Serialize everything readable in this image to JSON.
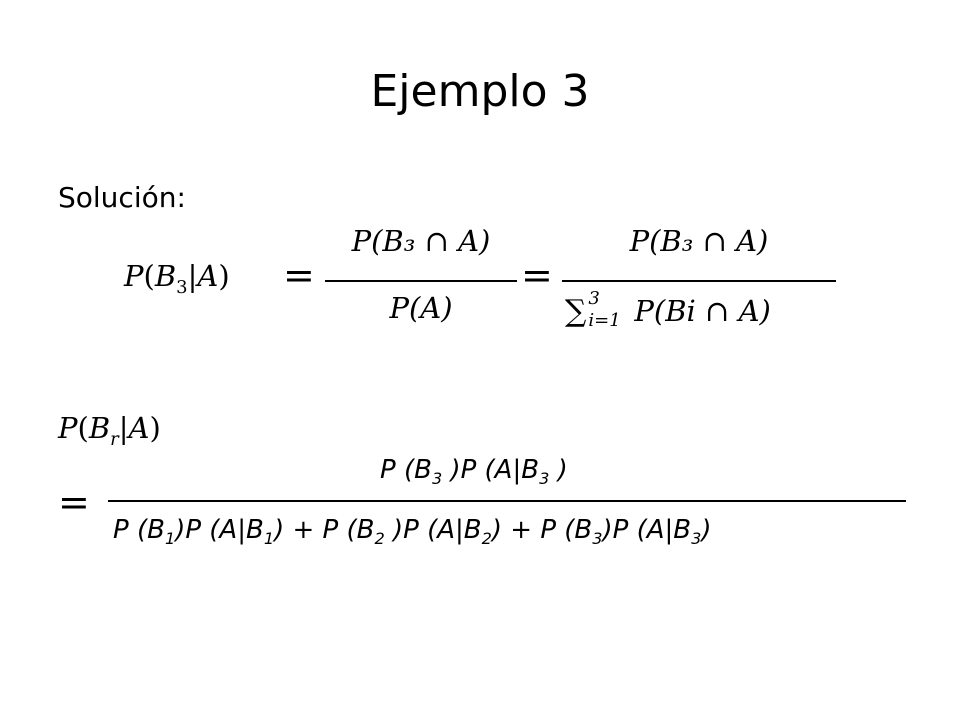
{
  "slide": {
    "title": "Ejemplo 3",
    "section_label": "Solución:",
    "equation1": {
      "lhs": {
        "fn": "P",
        "open": "(",
        "sym": "B",
        "sub": "3",
        "given": "|A",
        "close": ")"
      },
      "eq": "=",
      "frac1": {
        "numerator": "P(B₃ ∩ A)",
        "denominator": "P(A)"
      },
      "eq2": "=",
      "frac2": {
        "numerator": "P(B₃ ∩ A)",
        "denominator": {
          "sum": "∑",
          "upper": "3",
          "lower": "i=1",
          "body": "P(Bi ∩ A)"
        }
      }
    },
    "equation2": {
      "lhs": {
        "fn": "P",
        "open": "(",
        "sym": "B",
        "sub": "r",
        "given": "|A",
        "close": ")"
      },
      "eq": "=",
      "numerator": {
        "a": "P (B",
        "a_sub": "3",
        "b": " )P (A|B",
        "b_sub": "3",
        "c": " )"
      },
      "denominator": {
        "t1a": "P (B",
        "t1a_sub": "1",
        "t1b": ")P (A|B",
        "t1b_sub": "1",
        "t1c": ") + ",
        "t2a": "P (B",
        "t2a_sub": "2",
        "t2b": " )P (A|B",
        "t2b_sub": "2",
        "t2c": ") + ",
        "t3a": "P (B",
        "t3a_sub": "3",
        "t3b": ")P (A|B",
        "t3b_sub": "3",
        "t3c": ")"
      }
    }
  }
}
